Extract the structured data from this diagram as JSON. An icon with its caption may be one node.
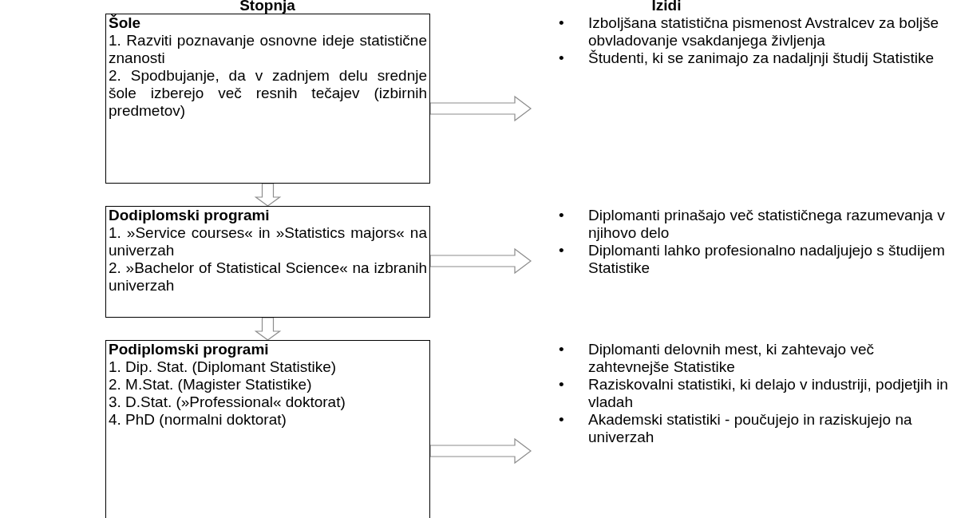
{
  "diagram": {
    "nodes": [
      {
        "text": [
          "Šole",
          "1. Razviti poznavanje osnovne ideje statistične znanosti",
          "2. Spodbujanje, da v zadnjem delu srednje šole izberejo več resnih tečajev (izbirnih predmetov)"
        ]
      },
      {
        "text": [
          "Dodiplomski programi",
          "1. »Service courses« in »Statistics majors« na univerzah",
          "2. »Bachelor of Statistical Science« na izbranih univerzah"
        ]
      },
      {
        "text": [
          "Podiplomski programi",
          "1. Dip. Stat. (Diplomant Statistike)",
          "2. M.Stat. (Magister Statistike)",
          "3. D.Stat. (»Professional« doktorat)",
          "4. PhD (normalni doktorat)"
        ]
      },
      {
        "text": [
          "Izboljšana statistična pismenost Avstralcev za boljše obvladovanje vsakdanjega življenja",
          "Študenti, ki se zanimajo za nadaljnji študij Statistike"
        ]
      },
      {
        "text": [
          "Diplomanti prinašajo več statističnega razumevanja v njihovo delo",
          "Diplomanti lahko profesionalno nadaljujejo s študijem Statistike"
        ]
      },
      {
        "text": [
          "Diplomanti delovnih mest, ki zahtevajo več zahtevnejše Statistike",
          "Raziskovalni statistiki, ki delajo v industriji, podjetjih in vladah",
          "Akademski statistiki - poučujejo in raziskujejo na univerzah"
        ]
      }
    ],
    "edges": [
      {
        "from": 0,
        "to": 1,
        "arrow": "to"
      },
      {
        "from": 1,
        "to": 2,
        "arrow": "to"
      },
      {
        "from": 0,
        "to": 3,
        "arrow": "to"
      },
      {
        "from": 1,
        "to": 4,
        "arrow": "to"
      },
      {
        "from": 2,
        "to": 5,
        "arrow": "to"
      }
    ],
    "labels": [
      "Stopnja",
      "Izidi",
      "•",
      "•",
      "•",
      "•",
      "•",
      "•",
      "•"
    ]
  }
}
